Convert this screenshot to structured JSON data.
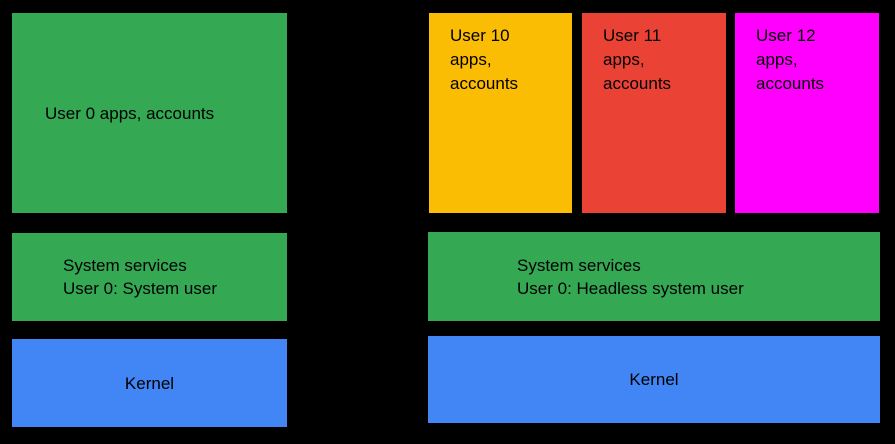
{
  "colors": {
    "background": "#000000",
    "green": "#34A853",
    "yellow": "#FBBC04",
    "red": "#EA4335",
    "magenta": "#FF00FF",
    "blue": "#4285F4",
    "text": "#000000"
  },
  "left_device": {
    "apps_box": {
      "label": "User 0 apps, accounts"
    },
    "system_box": {
      "lines": [
        "System services",
        "User 0: System user"
      ]
    },
    "kernel_box": {
      "label": "Kernel"
    }
  },
  "right_device": {
    "user_boxes": [
      {
        "lines": [
          "User 10",
          "apps,",
          "accounts"
        ]
      },
      {
        "lines": [
          "User 11",
          "apps,",
          "accounts"
        ]
      },
      {
        "lines": [
          "User 12",
          "apps,",
          "accounts"
        ]
      }
    ],
    "system_box": {
      "lines": [
        "System services",
        "User 0: Headless system user"
      ]
    },
    "kernel_box": {
      "label": "Kernel"
    }
  }
}
